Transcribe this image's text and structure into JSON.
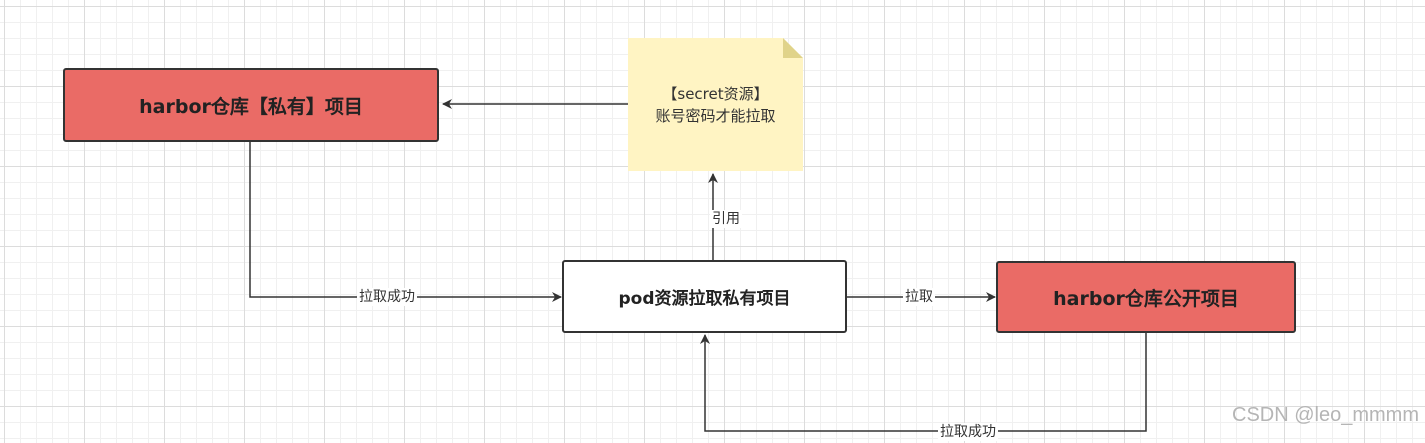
{
  "nodes": {
    "private_repo": "harbor仓库【私有】项目",
    "secret_title": "【secret资源】",
    "secret_desc": "账号密码才能拉取",
    "pod": "pod资源拉取私有项目",
    "public_repo": "harbor仓库公开项目"
  },
  "edges": {
    "pull_success_top": "拉取成功",
    "reference": "引用",
    "pull": "拉取",
    "pull_success_bottom": "拉取成功"
  },
  "watermark": "CSDN @leo_mmmm",
  "colors": {
    "red_fill": "#ea6b66",
    "note_fill": "#fff4c3",
    "stroke": "#333333"
  }
}
